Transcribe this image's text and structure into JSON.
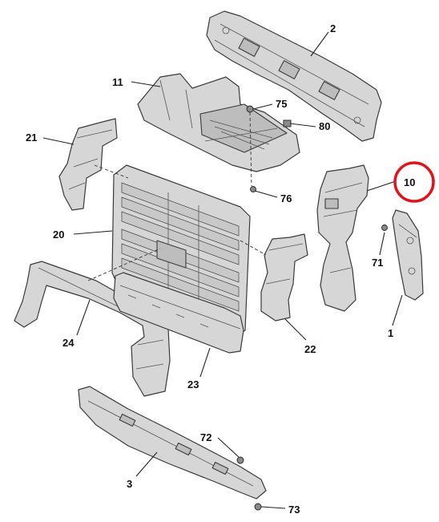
{
  "callouts": [
    {
      "id": "2",
      "label": "2"
    },
    {
      "id": "11",
      "label": "11"
    },
    {
      "id": "75",
      "label": "75"
    },
    {
      "id": "80",
      "label": "80"
    },
    {
      "id": "21",
      "label": "21"
    },
    {
      "id": "76",
      "label": "76"
    },
    {
      "id": "10",
      "label": "10"
    },
    {
      "id": "20",
      "label": "20"
    },
    {
      "id": "71",
      "label": "71"
    },
    {
      "id": "1",
      "label": "1"
    },
    {
      "id": "24",
      "label": "24"
    },
    {
      "id": "22",
      "label": "22"
    },
    {
      "id": "23",
      "label": "23"
    },
    {
      "id": "72",
      "label": "72"
    },
    {
      "id": "3",
      "label": "3"
    },
    {
      "id": "73",
      "label": "73"
    }
  ],
  "highlighted_callout": "10",
  "colors": {
    "highlight": "#e2141b",
    "part_fill": "#d6d6d6",
    "outline": "#3a3a3a"
  }
}
